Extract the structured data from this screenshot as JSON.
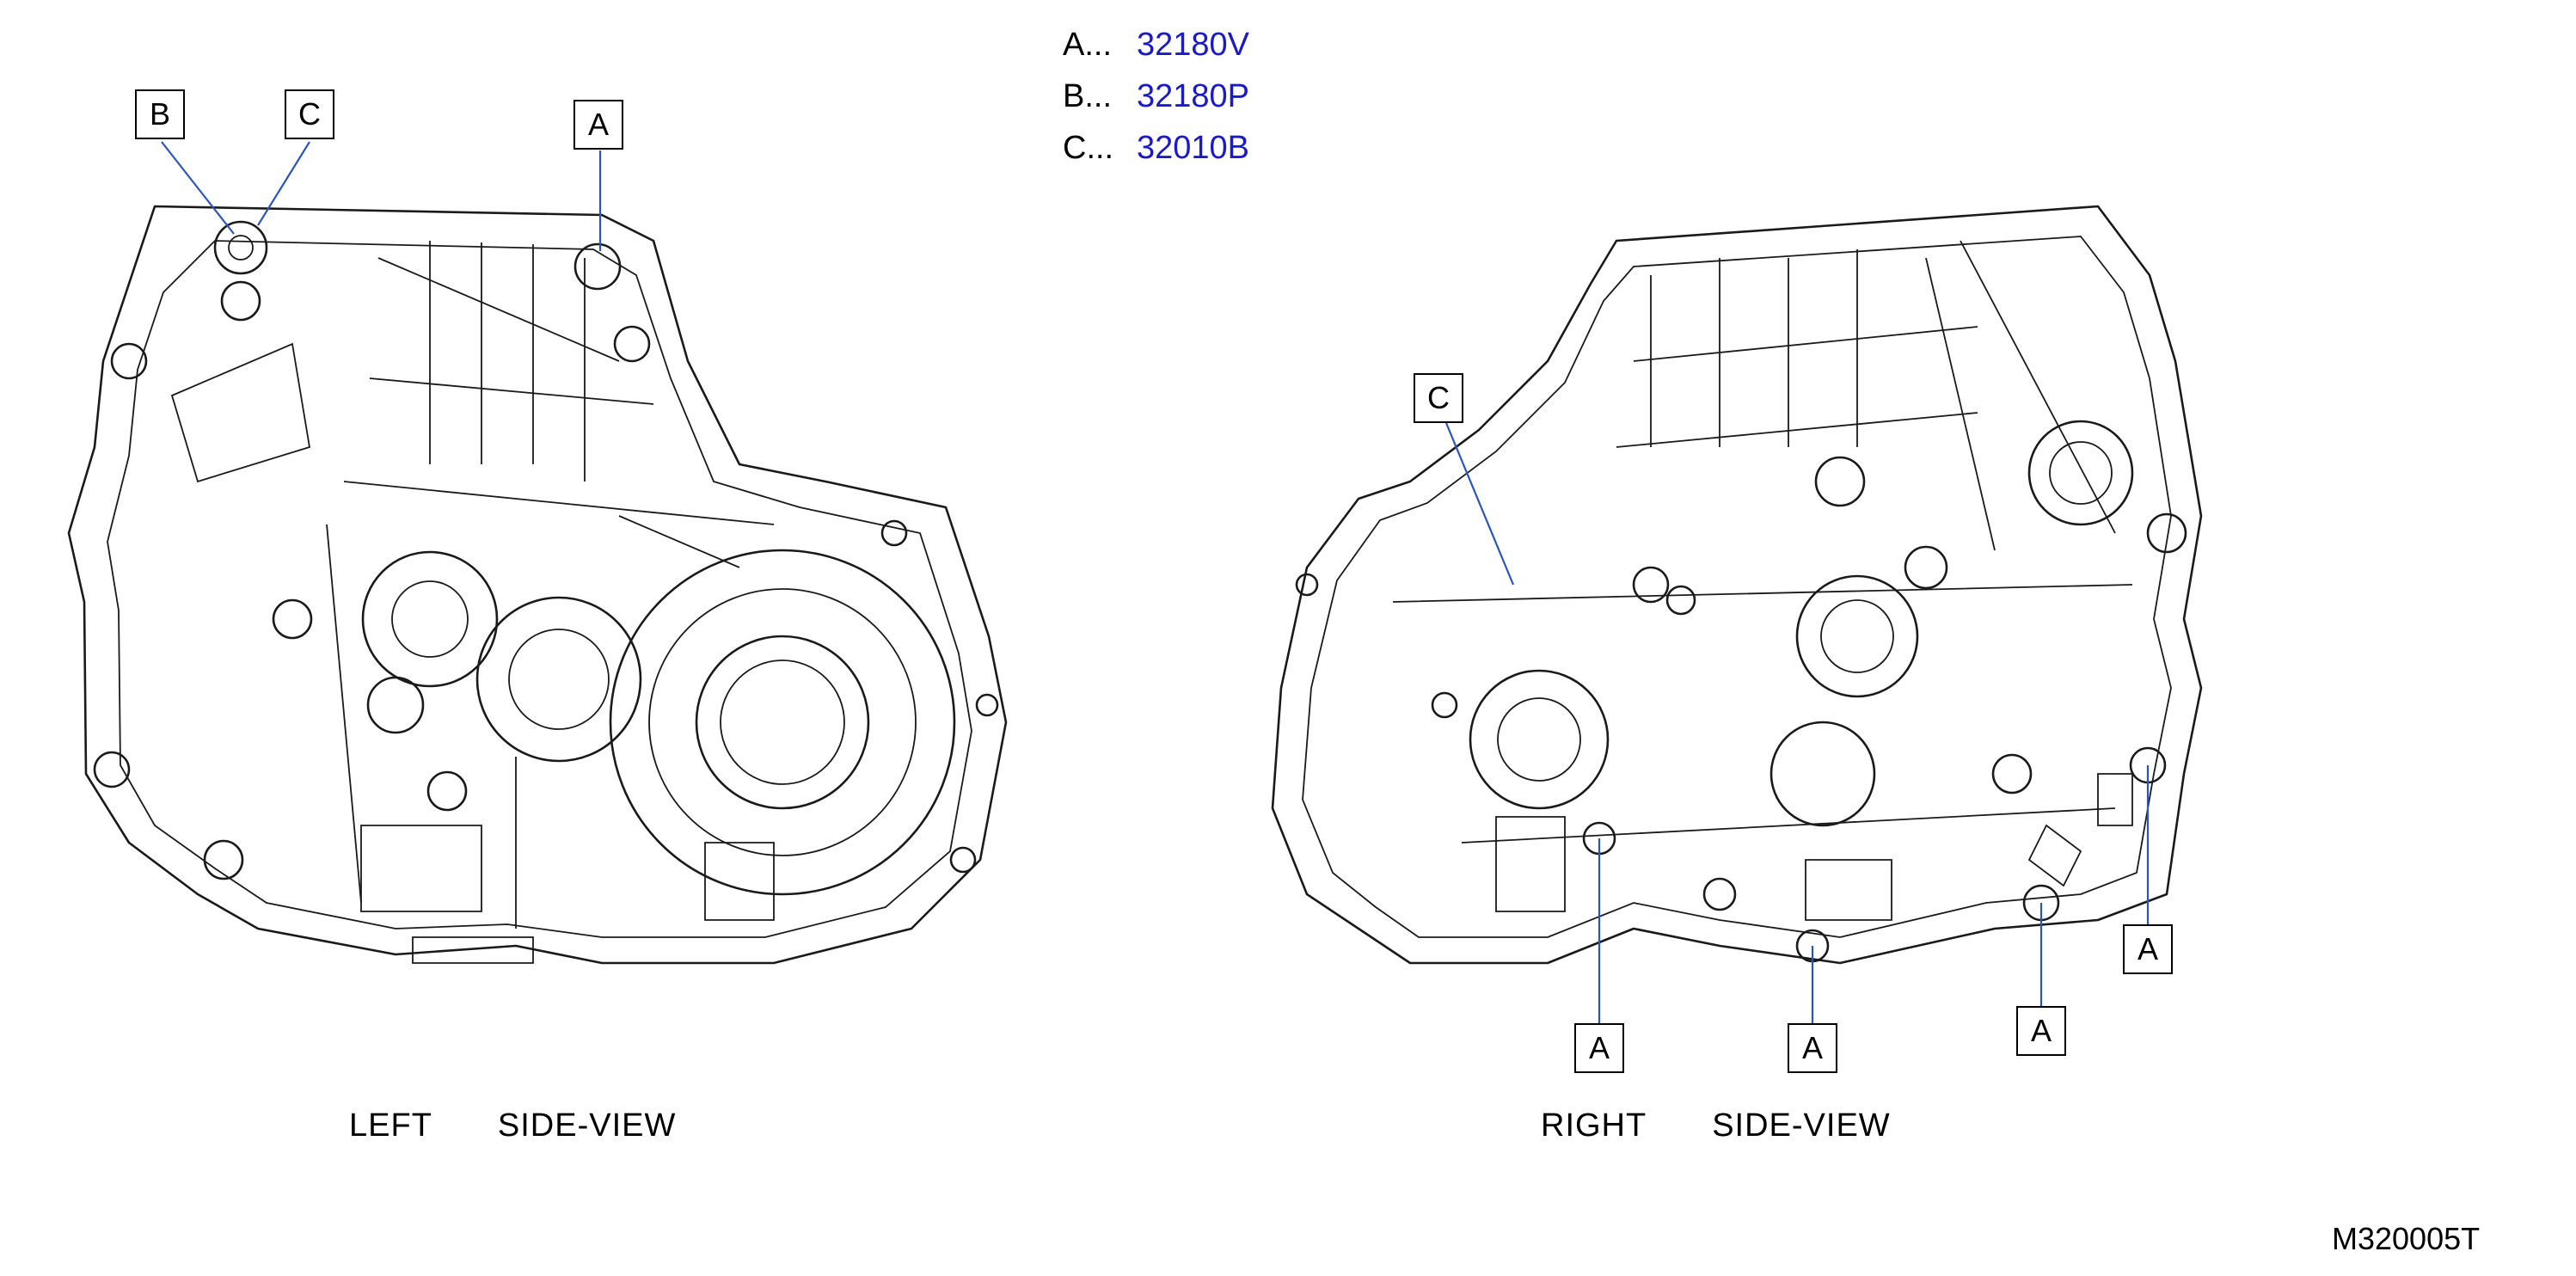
{
  "legend": [
    {
      "key": "A...",
      "code": "32180V"
    },
    {
      "key": "B...",
      "code": "32180P"
    },
    {
      "key": "C...",
      "code": "32010B"
    }
  ],
  "callouts": {
    "left": [
      "B",
      "C",
      "A"
    ],
    "right": [
      "C",
      "A",
      "A",
      "A",
      "A"
    ]
  },
  "captions": {
    "left": "LEFT   SIDE-VIEW",
    "right": "RIGHT   SIDE-VIEW"
  },
  "figure_id": "M320005T",
  "colors": {
    "link": "#1a1acc",
    "leader": "#2a55c0",
    "line": "#1a1a1a"
  }
}
